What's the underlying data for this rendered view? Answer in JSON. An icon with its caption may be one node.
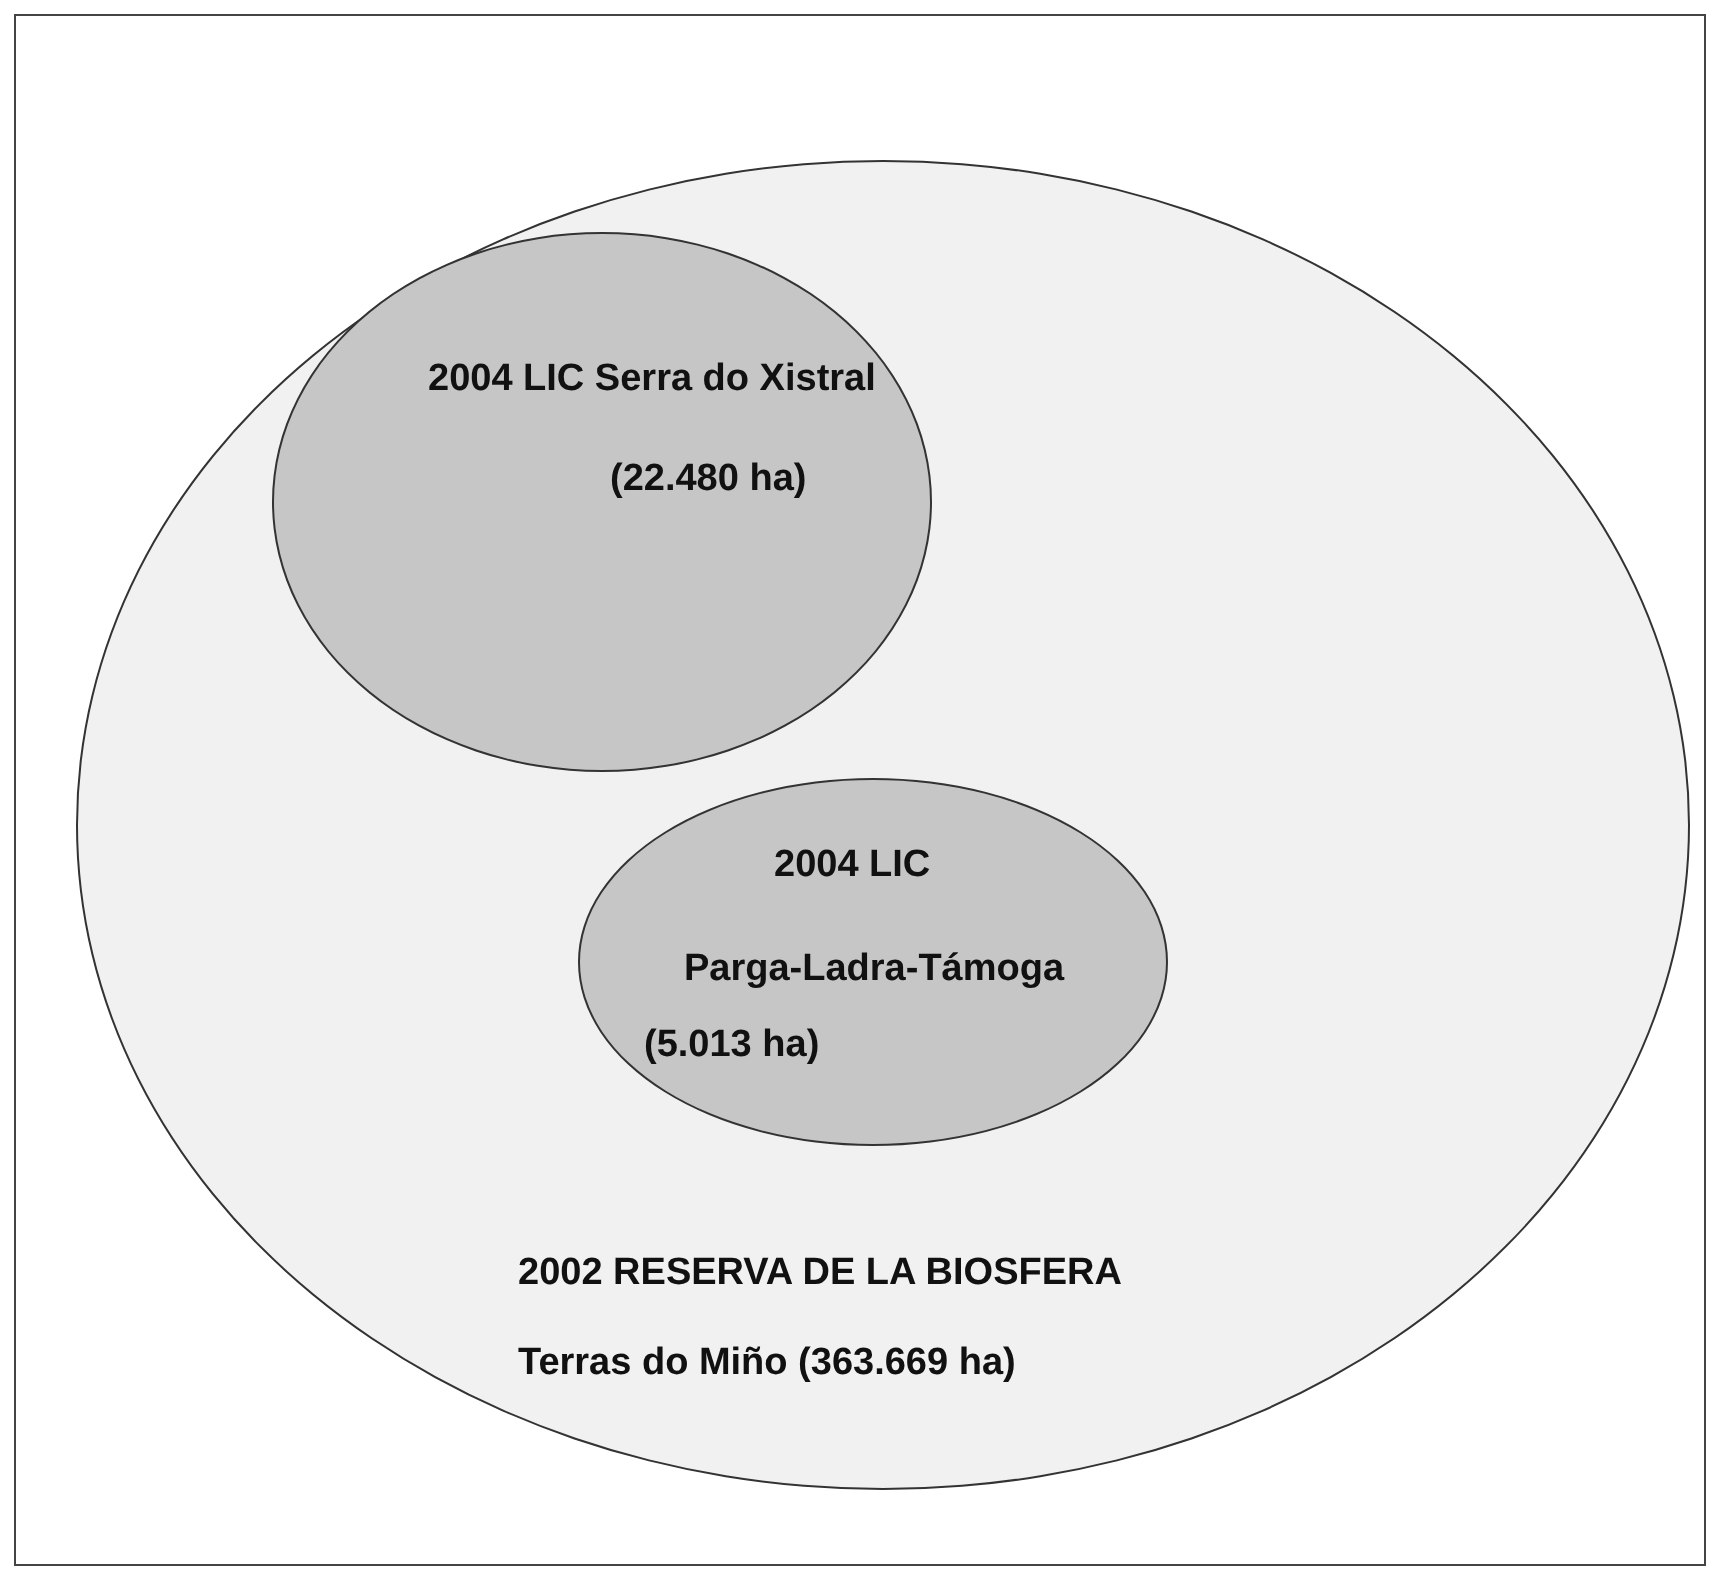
{
  "diagram": {
    "nodes": [
      {
        "text": [
          "2002 RESERVA DE LA BIOSFERA",
          "Terras do Miño (363.669 ha)"
        ]
      },
      {
        "text": [
          "2004 LIC Serra do Xistral",
          "(22.480 ha)"
        ],
        "in": 0
      },
      {
        "text": [
          "2004 LIC",
          "Parga-Ladra-Támoga",
          "(5.013 ha)"
        ],
        "in": 0
      }
    ]
  }
}
